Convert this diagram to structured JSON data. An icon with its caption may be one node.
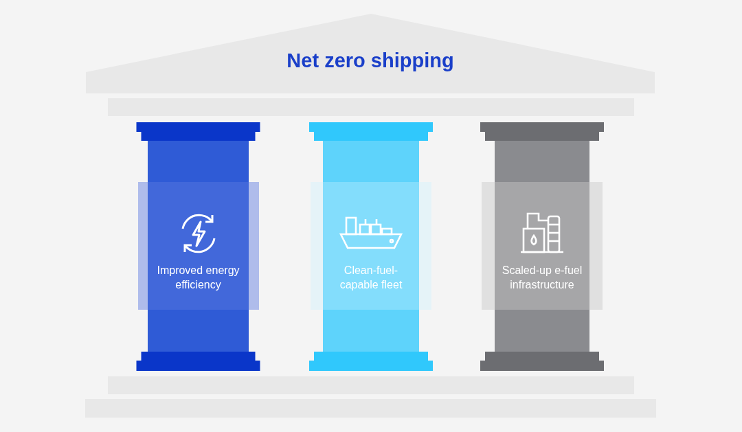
{
  "diagram": {
    "nodes": [
      {
        "text": [
          "Net zero shipping"
        ]
      },
      {
        "text": [
          "Improved energy efficiency"
        ]
      },
      {
        "text": [
          "Clean-fuel-capable fleet"
        ]
      },
      {
        "text": [
          "Scaled-up e-fuel infrastructure"
        ]
      }
    ]
  }
}
